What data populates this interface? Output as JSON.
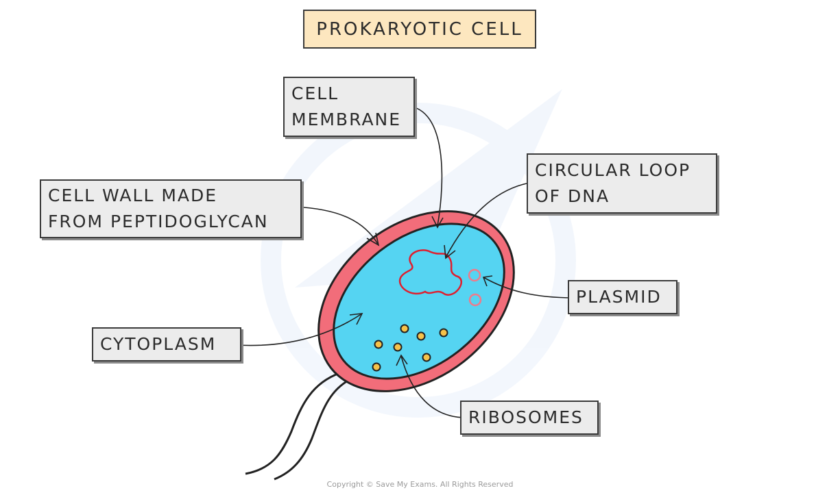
{
  "title": "PROKARYOTIC CELL",
  "labels": {
    "cell_membrane": [
      "CELL",
      "MEMBRANE"
    ],
    "cell_wall": [
      "CELL WALL MADE",
      "FROM PEPTIDOGLYCAN"
    ],
    "circular_dna": [
      "CIRCULAR LOOP",
      "OF DNA"
    ],
    "plasmid": [
      "PLASMID"
    ],
    "cytoplasm": [
      "CYTOPLASM"
    ],
    "ribosomes": [
      "RIBOSOMES"
    ]
  },
  "copyright": "Copyright © Save My Exams. All Rights Reserved",
  "colors": {
    "cell_wall": "#f26d7a",
    "cytoplasm": "#55d4f2",
    "dna": "#e01e2e",
    "plasmid": "#f07a8a",
    "ribosome": "#f6c24a",
    "title_bg": "#fde7bf",
    "label_bg": "#ececec"
  }
}
